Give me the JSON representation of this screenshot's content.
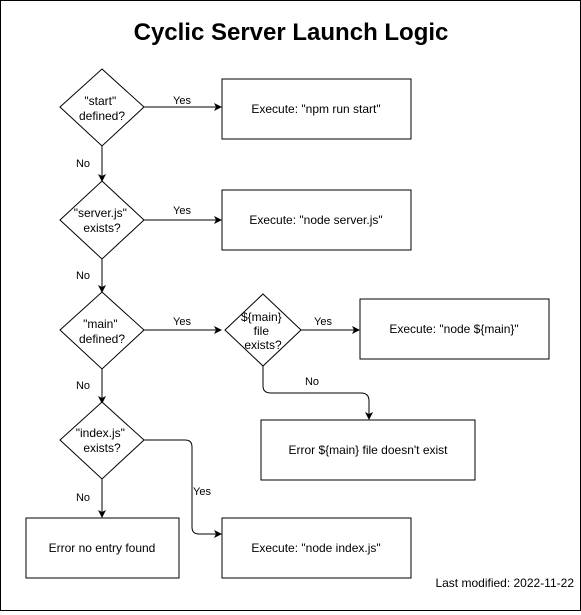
{
  "title": "Cyclic Server Launch Logic",
  "footer": "Last modified: 2022-11-22",
  "nodes": {
    "start_defined": {
      "type": "decision",
      "lines": [
        "\"start\"",
        "defined?"
      ]
    },
    "exec_npm_start": {
      "type": "process",
      "lines": [
        "Execute: \"npm run start\""
      ]
    },
    "server_js_exists": {
      "type": "decision",
      "lines": [
        "\"server.js\"",
        "exists?"
      ]
    },
    "exec_node_server": {
      "type": "process",
      "lines": [
        "Execute: \"node server.js\""
      ]
    },
    "main_defined": {
      "type": "decision",
      "lines": [
        "\"main\"",
        "defined?"
      ]
    },
    "main_file_exists": {
      "type": "decision",
      "lines": [
        "${main}",
        "file",
        "exists?"
      ]
    },
    "exec_node_main": {
      "type": "process",
      "lines": [
        "Execute: \"node ${main}\""
      ]
    },
    "error_main_missing": {
      "type": "process",
      "lines": [
        "Error ${main} file doesn't exist"
      ]
    },
    "index_js_exists": {
      "type": "decision",
      "lines": [
        "\"index.js\"",
        "exists?"
      ]
    },
    "error_no_entry": {
      "type": "process",
      "lines": [
        "Error no entry found"
      ]
    },
    "exec_node_index": {
      "type": "process",
      "lines": [
        "Execute: \"node index.js\""
      ]
    }
  },
  "edges": [
    {
      "from": "start_defined",
      "to": "exec_npm_start",
      "label": "Yes"
    },
    {
      "from": "start_defined",
      "to": "server_js_exists",
      "label": "No"
    },
    {
      "from": "server_js_exists",
      "to": "exec_node_server",
      "label": "Yes"
    },
    {
      "from": "server_js_exists",
      "to": "main_defined",
      "label": "No"
    },
    {
      "from": "main_defined",
      "to": "main_file_exists",
      "label": "Yes"
    },
    {
      "from": "main_file_exists",
      "to": "exec_node_main",
      "label": "Yes"
    },
    {
      "from": "main_file_exists",
      "to": "error_main_missing",
      "label": "No"
    },
    {
      "from": "main_defined",
      "to": "index_js_exists",
      "label": "No"
    },
    {
      "from": "index_js_exists",
      "to": "error_no_entry",
      "label": "No"
    },
    {
      "from": "index_js_exists",
      "to": "exec_node_index",
      "label": "Yes"
    }
  ]
}
